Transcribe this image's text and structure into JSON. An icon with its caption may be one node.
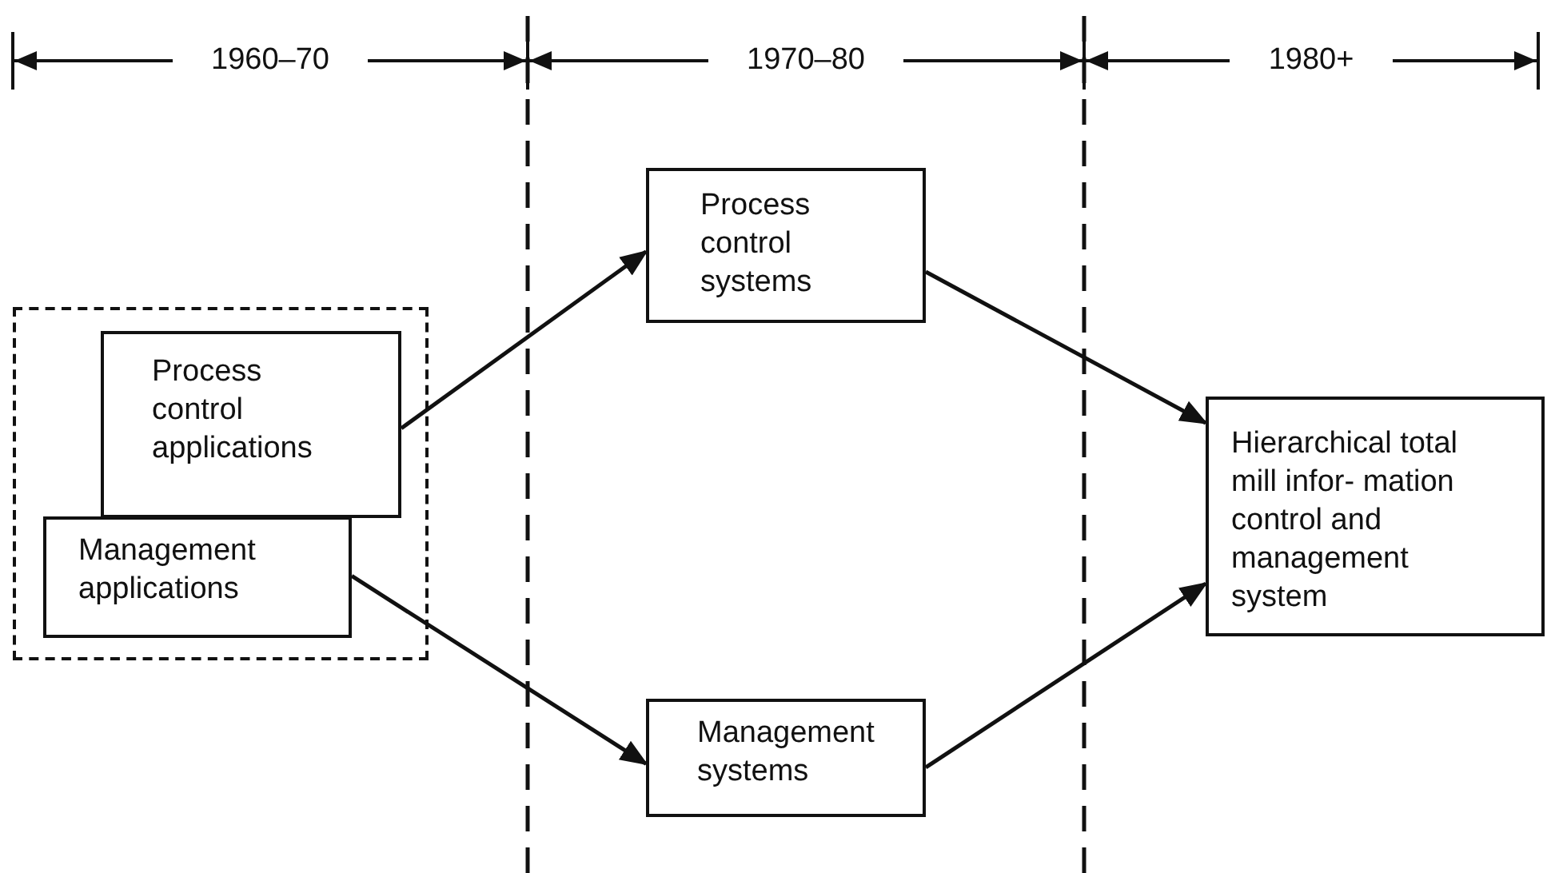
{
  "diagram": {
    "nodes": [
      {
        "text": [],
        "shape": "box"
      },
      {
        "text": [
          "Process control applications"
        ],
        "in": 0
      },
      {
        "text": [
          "Management applications"
        ],
        "in": 0
      },
      {
        "text": [
          "Process control systems"
        ]
      },
      {
        "text": [
          "Management systems"
        ]
      },
      {
        "text": [
          "Hierarchical total mill infor- mation control and management system"
        ]
      }
    ],
    "edges": [
      {
        "from": 1,
        "to": 3,
        "arrow": "to"
      },
      {
        "from": 2,
        "to": 4,
        "arrow": "to"
      },
      {
        "from": 3,
        "to": 5,
        "arrow": "to"
      },
      {
        "from": 4,
        "to": 5,
        "arrow": "to"
      }
    ],
    "labels": [
      "1960–70",
      "1970–80",
      "1980+"
    ]
  }
}
